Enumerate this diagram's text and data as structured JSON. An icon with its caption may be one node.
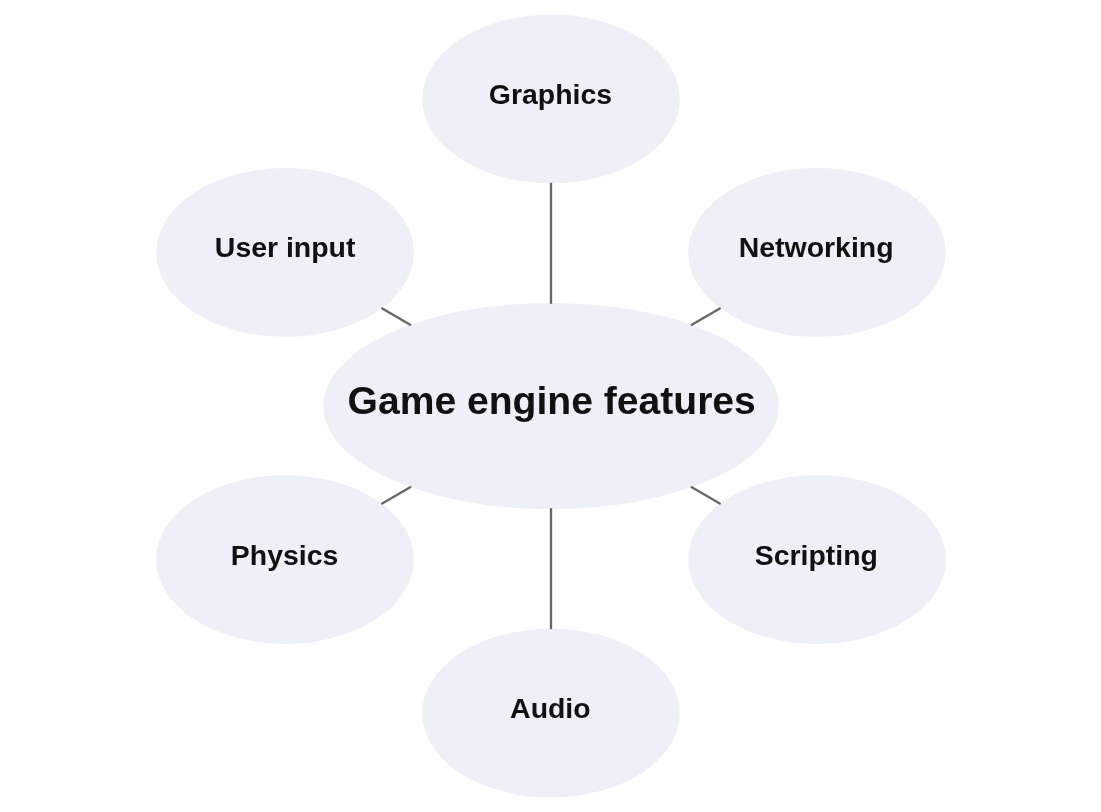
{
  "diagram": {
    "nodes": [
      {
        "text": [
          "Networking"
        ]
      },
      {
        "text": [
          "Graphics"
        ]
      },
      {
        "text": [
          "User input"
        ]
      },
      {
        "text": [
          "Game engine features"
        ]
      },
      {
        "text": [
          "Physics"
        ]
      },
      {
        "text": [
          "Audio"
        ]
      },
      {
        "text": [
          "Scripting"
        ]
      }
    ],
    "edges": [
      {
        "from": 3,
        "to": 0,
        "arrow": "none"
      },
      {
        "from": 3,
        "to": 1,
        "arrow": "none"
      },
      {
        "from": 3,
        "to": 2,
        "arrow": "none"
      },
      {
        "from": 3,
        "to": 4,
        "arrow": "none"
      },
      {
        "from": 3,
        "to": 5,
        "arrow": "none"
      },
      {
        "from": 3,
        "to": 6,
        "arrow": "none"
      }
    ]
  }
}
